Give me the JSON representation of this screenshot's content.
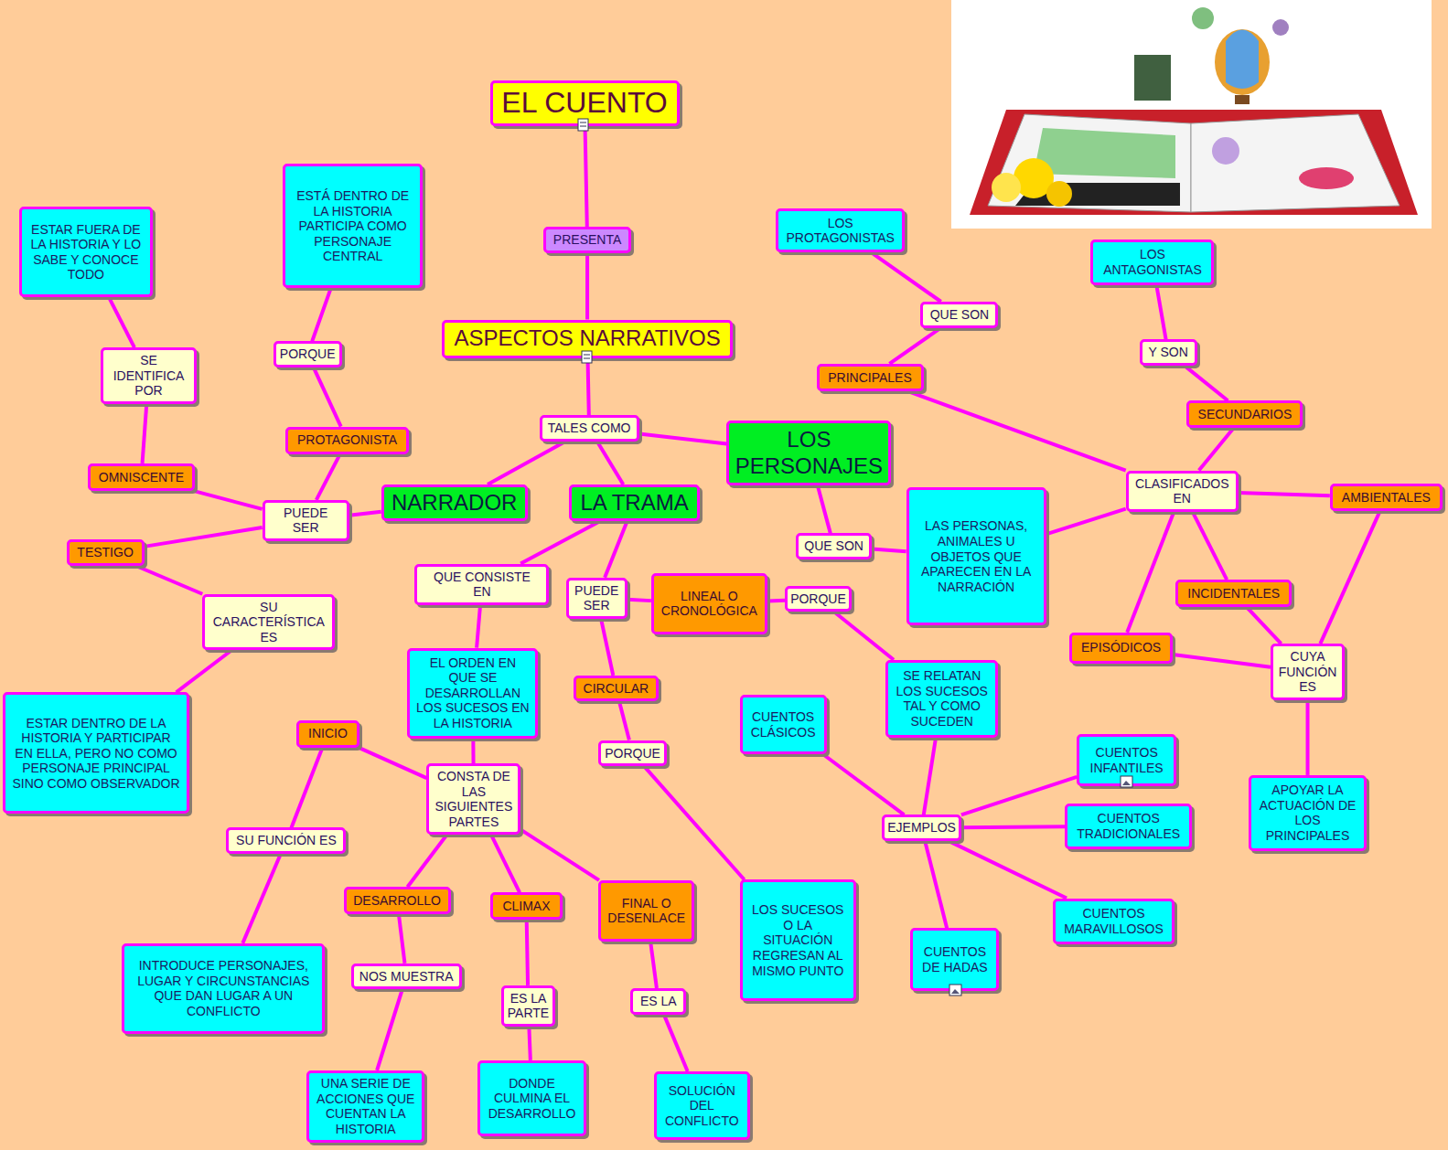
{
  "diagram": {
    "nodes": [
      {
        "text": [
          "EL CUENTO"
        ]
      },
      {
        "text": [
          "PRESENTA"
        ]
      },
      {
        "text": [
          "ASPECTOS NARRATIVOS"
        ]
      },
      {
        "text": [
          "TALES COMO"
        ]
      },
      {
        "text": [
          "NARRADOR"
        ]
      },
      {
        "text": [
          "LA TRAMA"
        ]
      },
      {
        "text": [
          "LOS PERSONAJES"
        ]
      },
      {
        "text": [
          "ESTAR FUERA DE LA HISTORIA Y LO SABE Y CONOCE TODO"
        ]
      },
      {
        "text": [
          "ESTÁ DENTRO DE LA HISTORIA PARTICIPA COMO PERSONAJE CENTRAL"
        ]
      },
      {
        "text": [
          "SE IDENTIFICA POR"
        ]
      },
      {
        "text": [
          "PORQUE"
        ]
      },
      {
        "text": [
          "PROTAGONISTA"
        ]
      },
      {
        "text": [
          "OMNISCENTE"
        ]
      },
      {
        "text": [
          "PUEDE SER"
        ]
      },
      {
        "text": [
          "TESTIGO"
        ]
      },
      {
        "text": [
          "SU CARACTERÍSTICA ES"
        ]
      },
      {
        "text": [
          "ESTAR DENTRO DE LA HISTORIA Y PARTICIPAR EN ELLA, PERO NO COMO PERSONAJE PRINCIPAL SINO COMO OBSERVADOR"
        ]
      },
      {
        "text": [
          "QUE CONSISTE EN"
        ]
      },
      {
        "text": [
          "PUEDE SER"
        ]
      },
      {
        "text": [
          "LINEAL O CRONOLÓGICA"
        ]
      },
      {
        "text": [
          "PORQUE"
        ]
      },
      {
        "text": [
          "EL ORDEN EN QUE SE DESARROLLAN LOS SUCESOS EN LA HISTORIA"
        ]
      },
      {
        "text": [
          "CIRCULAR"
        ]
      },
      {
        "text": [
          "PORQUE"
        ]
      },
      {
        "text": [
          "SE RELATAN LOS SUCESOS TAL Y COMO SUCEDEN"
        ]
      },
      {
        "text": [
          "INICIO"
        ]
      },
      {
        "text": [
          "CONSTA DE LAS SIGUIENTES PARTES"
        ]
      },
      {
        "text": [
          "SU FUNCIÓN ES"
        ]
      },
      {
        "text": [
          "DESARROLLO"
        ]
      },
      {
        "text": [
          "CLIMAX"
        ]
      },
      {
        "text": [
          "FINAL O DESENLACE"
        ]
      },
      {
        "text": [
          "LOS SUCESOS O LA SITUACIÓN REGRESAN AL MISMO PUNTO"
        ]
      },
      {
        "text": [
          "INTRODUCE PERSONAJES, LUGAR Y CIRCUNSTANCIAS QUE DAN LUGAR A UN CONFLICTO"
        ]
      },
      {
        "text": [
          "NOS MUESTRA"
        ]
      },
      {
        "text": [
          "ES LA PARTE"
        ]
      },
      {
        "text": [
          "ES LA"
        ]
      },
      {
        "text": [
          "UNA SERIE DE ACCIONES QUE CUENTAN LA HISTORIA"
        ]
      },
      {
        "text": [
          "DONDE CULMINA EL DESARROLLO"
        ]
      },
      {
        "text": [
          "SOLUCIÓN DEL CONFLICTO"
        ]
      },
      {
        "text": [
          "LOS PROTAGONISTAS"
        ]
      },
      {
        "text": [
          "QUE SON"
        ]
      },
      {
        "text": [
          "PRINCIPALES"
        ]
      },
      {
        "text": [
          "LOS ANTAGONISTAS"
        ]
      },
      {
        "text": [
          "Y SON"
        ]
      },
      {
        "text": [
          "SECUNDARIOS"
        ]
      },
      {
        "text": [
          "QUE SON"
        ]
      },
      {
        "text": [
          "LAS PERSONAS, ANIMALES U OBJETOS QUE APARECEN EN LA NARRACIÓN"
        ]
      },
      {
        "text": [
          "CLASIFICADOS EN"
        ]
      },
      {
        "text": [
          "AMBIENTALES"
        ]
      },
      {
        "text": [
          "INCIDENTALES"
        ]
      },
      {
        "text": [
          "EPISÓDICOS"
        ]
      },
      {
        "text": [
          "CUYA FUNCIÓN ES"
        ]
      },
      {
        "text": [
          "APOYAR LA ACTUACIÓN DE LOS PRINCIPALES"
        ]
      },
      {
        "text": [
          "CUENTOS CLÁSICOS"
        ]
      },
      {
        "text": [
          "EJEMPLOS"
        ]
      },
      {
        "text": [
          "CUENTOS INFANTILES"
        ]
      },
      {
        "text": [
          "CUENTOS TRADICIONALES"
        ]
      },
      {
        "text": [
          "CUENTOS MARAVILLOSOS"
        ]
      },
      {
        "text": [
          "CUENTOS DE HADAS"
        ]
      }
    ],
    "edges": [
      {
        "from": 0,
        "to": 1,
        "arrow": "none"
      },
      {
        "from": 1,
        "to": 2,
        "arrow": "none"
      },
      {
        "from": 2,
        "to": 3,
        "arrow": "none"
      },
      {
        "from": 3,
        "to": 4,
        "arrow": "none"
      },
      {
        "from": 3,
        "to": 5,
        "arrow": "none"
      },
      {
        "from": 3,
        "to": 6,
        "arrow": "none"
      },
      {
        "from": 4,
        "to": 13,
        "arrow": "none"
      },
      {
        "from": 13,
        "to": 12,
        "arrow": "none"
      },
      {
        "from": 13,
        "to": 11,
        "arrow": "none"
      },
      {
        "from": 13,
        "to": 14,
        "arrow": "none"
      },
      {
        "from": 12,
        "to": 9,
        "arrow": "none"
      },
      {
        "from": 9,
        "to": 7,
        "arrow": "none"
      },
      {
        "from": 11,
        "to": 10,
        "arrow": "none"
      },
      {
        "from": 10,
        "to": 8,
        "arrow": "none"
      },
      {
        "from": 14,
        "to": 15,
        "arrow": "none"
      },
      {
        "from": 15,
        "to": 16,
        "arrow": "none"
      },
      {
        "from": 5,
        "to": 17,
        "arrow": "none"
      },
      {
        "from": 17,
        "to": 21,
        "arrow": "none"
      },
      {
        "from": 21,
        "to": 26,
        "arrow": "none"
      },
      {
        "from": 26,
        "to": 25,
        "arrow": "none"
      },
      {
        "from": 26,
        "to": 28,
        "arrow": "none"
      },
      {
        "from": 26,
        "to": 29,
        "arrow": "none"
      },
      {
        "from": 26,
        "to": 30,
        "arrow": "none"
      },
      {
        "from": 25,
        "to": 27,
        "arrow": "none"
      },
      {
        "from": 27,
        "to": 32,
        "arrow": "none"
      },
      {
        "from": 28,
        "to": 33,
        "arrow": "none"
      },
      {
        "from": 33,
        "to": 36,
        "arrow": "none"
      },
      {
        "from": 29,
        "to": 34,
        "arrow": "none"
      },
      {
        "from": 34,
        "to": 37,
        "arrow": "none"
      },
      {
        "from": 30,
        "to": 35,
        "arrow": "none"
      },
      {
        "from": 35,
        "to": 38,
        "arrow": "none"
      },
      {
        "from": 5,
        "to": 18,
        "arrow": "none"
      },
      {
        "from": 18,
        "to": 19,
        "arrow": "none"
      },
      {
        "from": 18,
        "to": 22,
        "arrow": "none"
      },
      {
        "from": 19,
        "to": 20,
        "arrow": "none"
      },
      {
        "from": 20,
        "to": 24,
        "arrow": "none"
      },
      {
        "from": 22,
        "to": 23,
        "arrow": "none"
      },
      {
        "from": 23,
        "to": 31,
        "arrow": "none"
      },
      {
        "from": 24,
        "to": 54,
        "arrow": "none"
      },
      {
        "from": 54,
        "to": 53,
        "arrow": "none"
      },
      {
        "from": 54,
        "to": 55,
        "arrow": "none"
      },
      {
        "from": 54,
        "to": 56,
        "arrow": "none"
      },
      {
        "from": 54,
        "to": 57,
        "arrow": "none"
      },
      {
        "from": 54,
        "to": 58,
        "arrow": "none"
      },
      {
        "from": 6,
        "to": 45,
        "arrow": "none"
      },
      {
        "from": 45,
        "to": 46,
        "arrow": "none"
      },
      {
        "from": 46,
        "to": 47,
        "arrow": "none"
      },
      {
        "from": 47,
        "to": 41,
        "arrow": "none"
      },
      {
        "from": 41,
        "to": 40,
        "arrow": "none"
      },
      {
        "from": 40,
        "to": 39,
        "arrow": "none"
      },
      {
        "from": 47,
        "to": 44,
        "arrow": "none"
      },
      {
        "from": 44,
        "to": 43,
        "arrow": "none"
      },
      {
        "from": 43,
        "to": 42,
        "arrow": "none"
      },
      {
        "from": 47,
        "to": 48,
        "arrow": "none"
      },
      {
        "from": 47,
        "to": 49,
        "arrow": "none"
      },
      {
        "from": 47,
        "to": 50,
        "arrow": "none"
      },
      {
        "from": 50,
        "to": 51,
        "arrow": "none"
      },
      {
        "from": 49,
        "to": 51,
        "arrow": "none"
      },
      {
        "from": 48,
        "to": 51,
        "arrow": "none"
      },
      {
        "from": 51,
        "to": 52,
        "arrow": "none"
      }
    ]
  }
}
